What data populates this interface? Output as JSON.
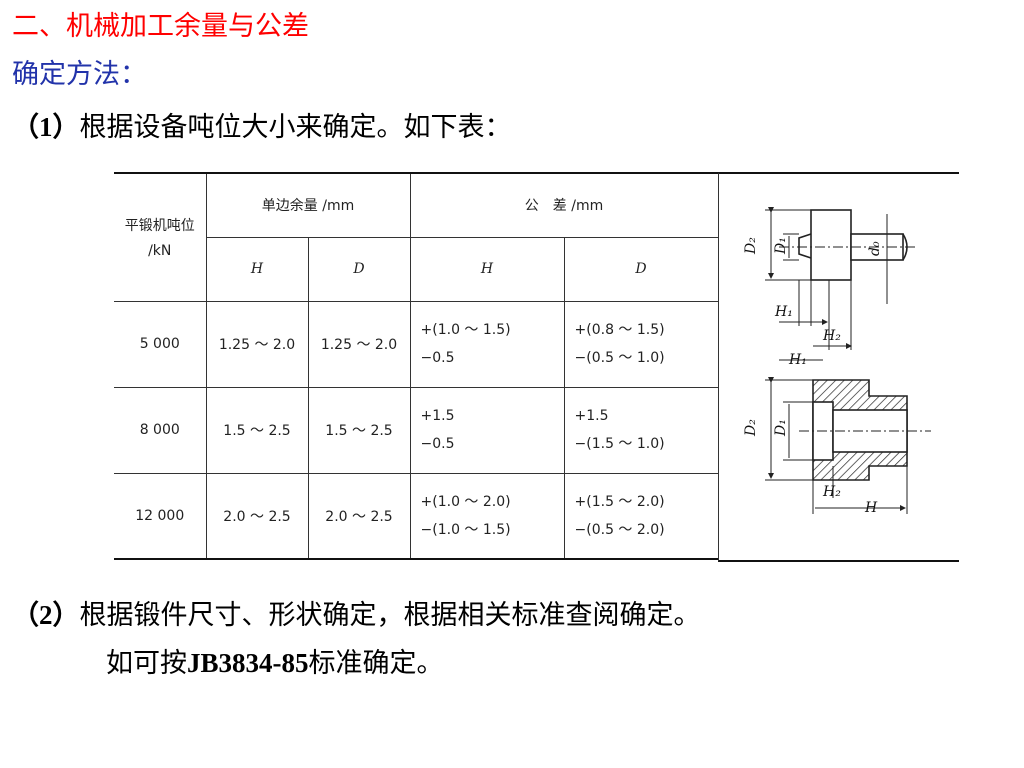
{
  "slide": {
    "title": "二、机械加工余量与公差",
    "method": "确定方法：",
    "item1": {
      "num": "（1）",
      "text": "根据设备吨位大小来确定。如下表："
    },
    "item2": {
      "num": "（2）",
      "text": "根据锻件尺寸、形状确定，根据相关标准查阅确定。"
    },
    "item2b": {
      "prefix": "如可按",
      "std": "JB3834-85",
      "suffix": "标准确定。"
    }
  },
  "table": {
    "header": {
      "col1_line1": "平锻机吨位",
      "col1_line2": "/kN",
      "allowance": "单边余量 /mm",
      "tolerance": "公　差 /mm",
      "h": "H",
      "d": "D"
    },
    "rows": [
      {
        "tonnage": "5 000",
        "allow_h": "1.25 ～ 2.0",
        "allow_d": "1.25 ～ 2.0",
        "tol_h": [
          "+(1.0 ～ 1.5)",
          "−0.5"
        ],
        "tol_d": [
          "+(0.8 ～ 1.5)",
          "−(0.5 ～ 1.0)"
        ]
      },
      {
        "tonnage": "8 000",
        "allow_h": "1.5 ～ 2.5",
        "allow_d": "1.5 ～ 2.5",
        "tol_h": [
          "+1.5",
          "−0.5"
        ],
        "tol_d": [
          "+1.5",
          "−(1.5 ～ 1.0)"
        ]
      },
      {
        "tonnage": "12 000",
        "allow_h": "2.0 ～ 2.5",
        "allow_d": "2.0 ～ 2.5",
        "tol_h": [
          "+(1.0 ～ 2.0)",
          "−(1.0 ～ 1.5)"
        ],
        "tol_d": [
          "+(1.5 ～ 2.0)",
          "−(0.5 ～ 2.0)"
        ]
      }
    ]
  },
  "figure": {
    "labels": {
      "D2": "D₂",
      "D1": "D₁",
      "d0": "d₀",
      "H1": "H₁",
      "H2": "H₂",
      "H": "H"
    }
  }
}
